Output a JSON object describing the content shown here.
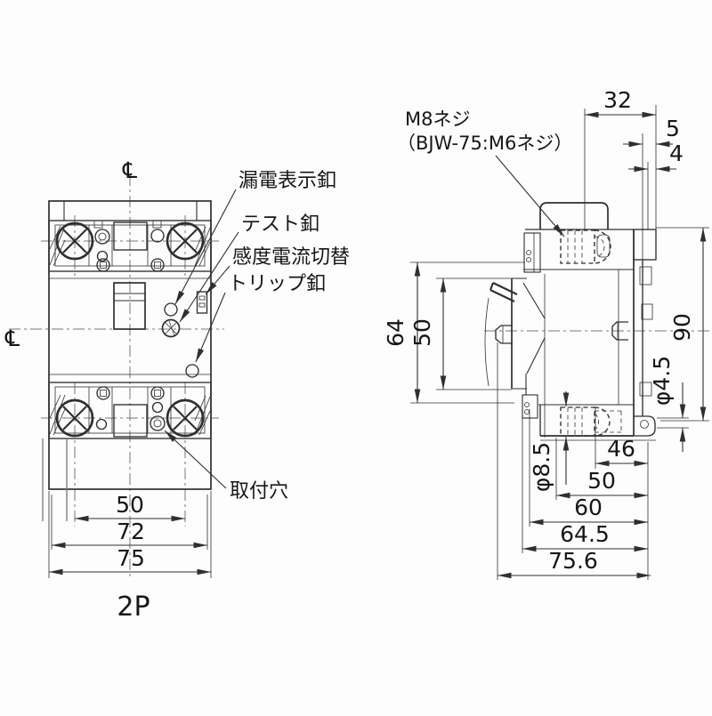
{
  "drawing": {
    "colors": {
      "line": "#2f2f2f",
      "ink": "#161616",
      "bg": "#fdfdfd",
      "soft": "#787878"
    },
    "pole_label": "2P",
    "centerline_symbol": "℄",
    "front": {
      "labels": {
        "leakage_indicator": "漏電表示釦",
        "test_button": "テスト釦",
        "sensitivity_switch": "感度電流切替",
        "trip_button": "トリップ釦",
        "mounting_hole": "取付穴"
      },
      "dims": {
        "screw_pitch": "50",
        "slot_span": "72",
        "width": "75"
      }
    },
    "side": {
      "note_line1": "M8ネジ",
      "note_line2": "（BJW-75:M6ネジ）",
      "dims": {
        "top_width": "32",
        "offset_5": "5",
        "offset_4": "4",
        "height_64": "64",
        "height_50": "50",
        "height_90": "90",
        "dia_back": "φ4.5",
        "dia_terminal": "φ8.5",
        "depth_46": "46",
        "depth_50": "50",
        "depth_60": "60",
        "depth_64_5": "64.5",
        "depth_75_6": "75.6"
      }
    }
  }
}
